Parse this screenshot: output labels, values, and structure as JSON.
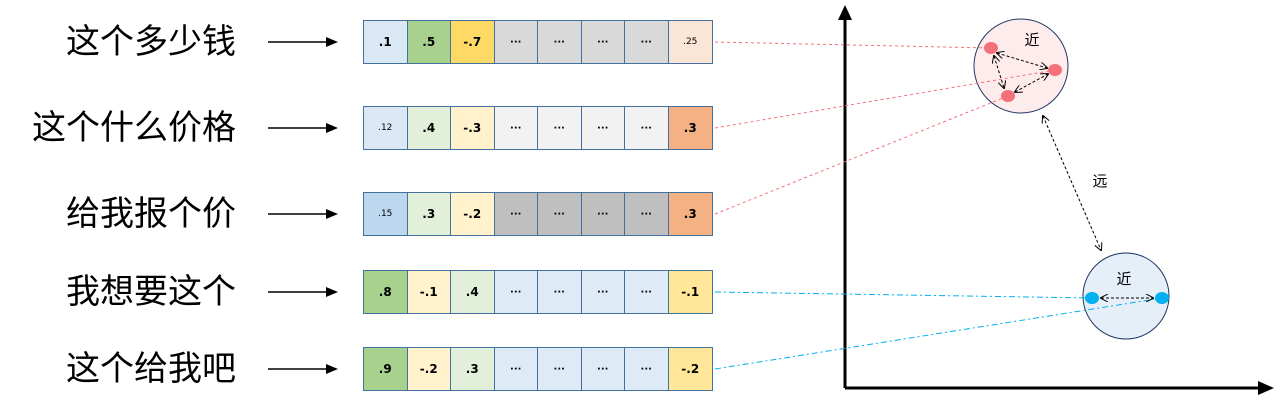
{
  "rows": [
    {
      "sentence": "这个多少钱",
      "cells": [
        {
          "v": ".1",
          "c": "#dae8f5",
          "s": false
        },
        {
          "v": ".5",
          "c": "#a9d18e",
          "s": false
        },
        {
          "v": "-.7",
          "c": "#ffd966",
          "s": false
        },
        {
          "v": "···",
          "c": "#d9d9d9",
          "s": false
        },
        {
          "v": "···",
          "c": "#d9d9d9",
          "s": false
        },
        {
          "v": "···",
          "c": "#d9d9d9",
          "s": false
        },
        {
          "v": "···",
          "c": "#d9d9d9",
          "s": false
        },
        {
          "v": ".25",
          "c": "#fbe5d6",
          "s": true
        }
      ],
      "group": "red"
    },
    {
      "sentence": "这个什么价格",
      "cells": [
        {
          "v": ".12",
          "c": "#dae8f5",
          "s": true
        },
        {
          "v": ".4",
          "c": "#e2f0d9",
          "s": false
        },
        {
          "v": "-.3",
          "c": "#fff2cc",
          "s": false
        },
        {
          "v": "···",
          "c": "#f2f2f2",
          "s": false
        },
        {
          "v": "···",
          "c": "#f2f2f2",
          "s": false
        },
        {
          "v": "···",
          "c": "#f2f2f2",
          "s": false
        },
        {
          "v": "···",
          "c": "#f2f2f2",
          "s": false
        },
        {
          "v": ".3",
          "c": "#f4b183",
          "s": false
        }
      ],
      "group": "red"
    },
    {
      "sentence": "给我报个价",
      "cells": [
        {
          "v": ".15",
          "c": "#bdd7ee",
          "s": true
        },
        {
          "v": ".3",
          "c": "#e2f0d9",
          "s": false
        },
        {
          "v": "-.2",
          "c": "#fff2cc",
          "s": false
        },
        {
          "v": "···",
          "c": "#bfbfbf",
          "s": false
        },
        {
          "v": "···",
          "c": "#bfbfbf",
          "s": false
        },
        {
          "v": "···",
          "c": "#bfbfbf",
          "s": false
        },
        {
          "v": "···",
          "c": "#bfbfbf",
          "s": false
        },
        {
          "v": ".3",
          "c": "#f4b183",
          "s": false
        }
      ],
      "group": "red"
    },
    {
      "sentence": "我想要这个",
      "cells": [
        {
          "v": ".8",
          "c": "#a9d18e",
          "s": false
        },
        {
          "v": "-.1",
          "c": "#fff2cc",
          "s": false
        },
        {
          "v": ".4",
          "c": "#e2f0d9",
          "s": false
        },
        {
          "v": "···",
          "c": "#deebf7",
          "s": false
        },
        {
          "v": "···",
          "c": "#deebf7",
          "s": false
        },
        {
          "v": "···",
          "c": "#deebf7",
          "s": false
        },
        {
          "v": "···",
          "c": "#deebf7",
          "s": false
        },
        {
          "v": "-.1",
          "c": "#ffe699",
          "s": false
        }
      ],
      "group": "blue"
    },
    {
      "sentence": "这个给我吧",
      "cells": [
        {
          "v": ".9",
          "c": "#a9d18e",
          "s": false
        },
        {
          "v": "-.2",
          "c": "#fff2cc",
          "s": false
        },
        {
          "v": ".3",
          "c": "#e2f0d9",
          "s": false
        },
        {
          "v": "···",
          "c": "#deebf7",
          "s": false
        },
        {
          "v": "···",
          "c": "#deebf7",
          "s": false
        },
        {
          "v": "···",
          "c": "#deebf7",
          "s": false
        },
        {
          "v": "···",
          "c": "#deebf7",
          "s": false
        },
        {
          "v": "-.2",
          "c": "#ffe699",
          "s": false
        }
      ],
      "group": "blue"
    }
  ],
  "labels": {
    "near_top": "近",
    "near_bottom": "近",
    "far": "远"
  },
  "colors": {
    "red_point": "#f4707a",
    "blue_point": "#00b0f0",
    "red_cluster_fill": "#fdeceb",
    "blue_cluster_fill": "#e6eef8",
    "red_link": "#f4707a",
    "blue_link": "#00b0f0"
  }
}
